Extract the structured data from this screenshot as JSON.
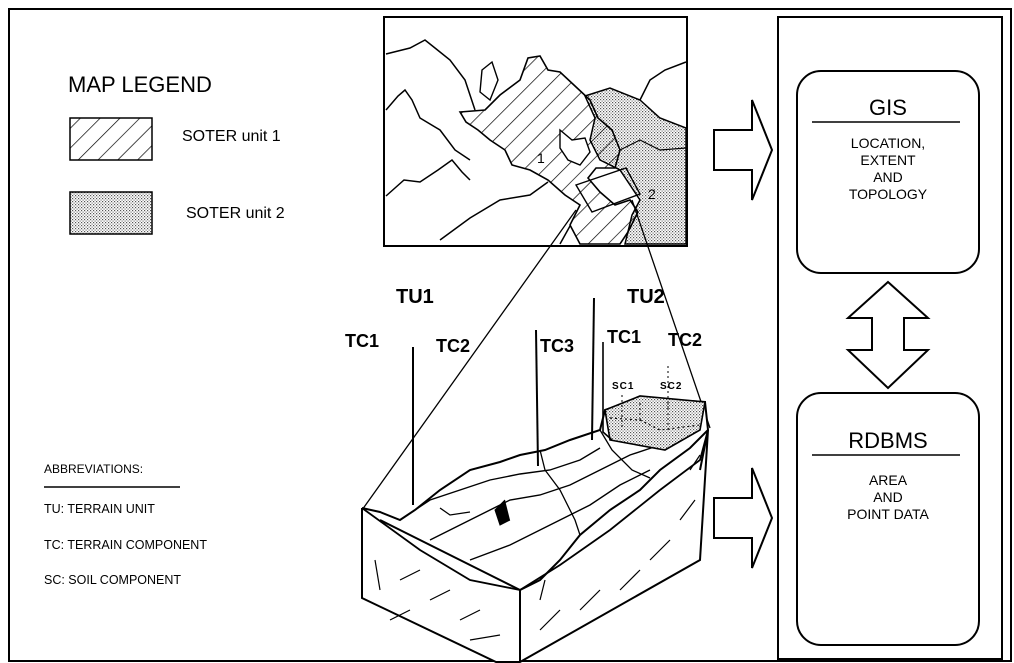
{
  "legend": {
    "title": "MAP LEGEND",
    "items": [
      {
        "label": "SOTER unit 1",
        "pattern": "hatched"
      },
      {
        "label": "SOTER unit 2",
        "pattern": "dotted"
      }
    ]
  },
  "map": {
    "unit_labels": [
      "1",
      "2"
    ]
  },
  "block": {
    "terrain_units": [
      "TU1",
      "TU2"
    ],
    "terrain_components": [
      "TC1",
      "TC2",
      "TC3",
      "TC1",
      "TC2"
    ],
    "soil_components": [
      "SC1",
      "SC2"
    ]
  },
  "abbreviations": {
    "title": "ABBREVIATIONS:",
    "items": [
      "TU: TERRAIN  UNIT",
      "TC: TERRAIN COMPONENT",
      "SC: SOIL COMPONENT"
    ]
  },
  "gis": {
    "title": "GIS",
    "lines": [
      "LOCATION,",
      "EXTENT",
      "AND",
      "TOPOLOGY"
    ]
  },
  "rdbms": {
    "title": "RDBMS",
    "lines": [
      "AREA",
      "AND",
      "POINT DATA"
    ]
  }
}
